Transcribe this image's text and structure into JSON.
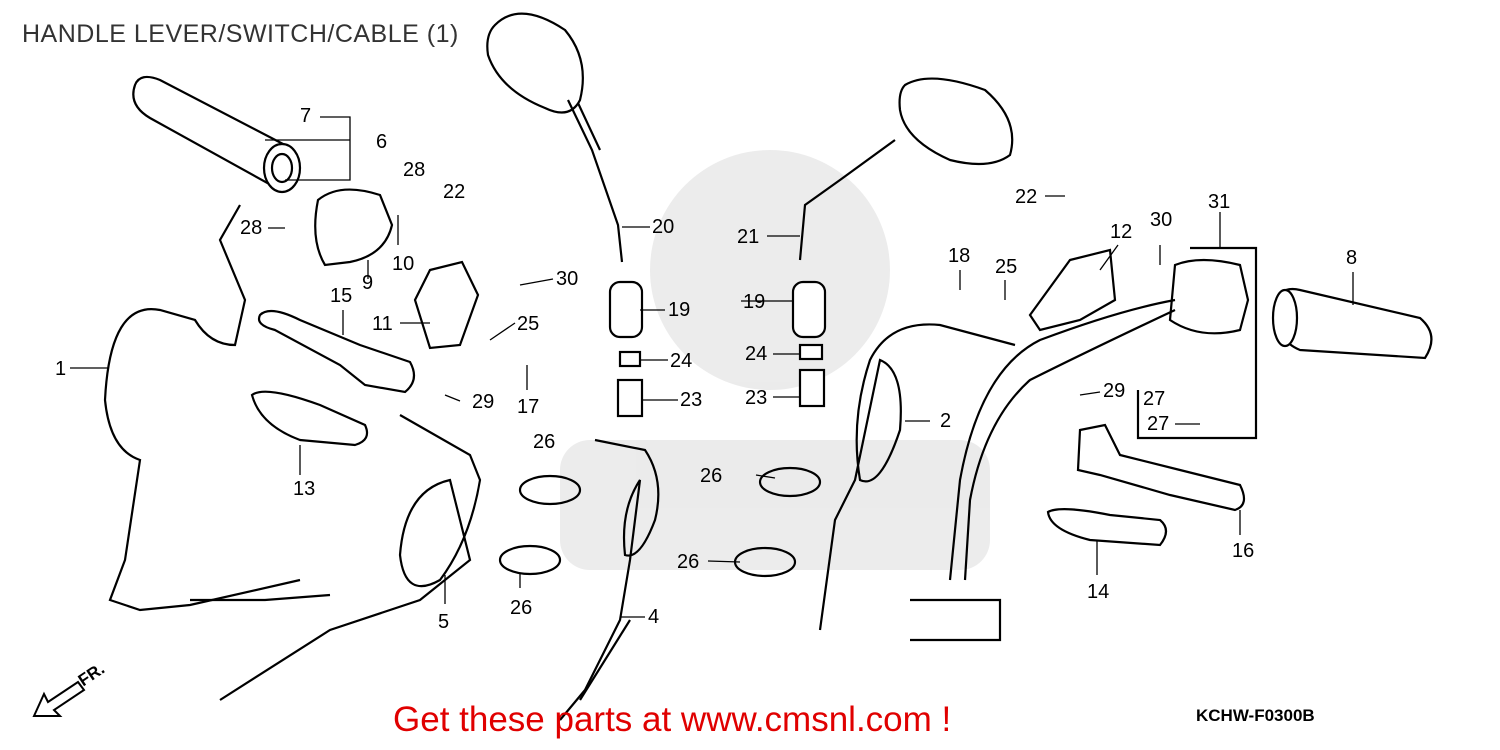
{
  "title": "HANDLE LEVER/SWITCH/CABLE (1)",
  "diagram_code": "KCHW-F0300B",
  "promo_text": "Get these parts at www.cmsnl.com !",
  "front_marker": "FR.",
  "callouts": [
    "1",
    "2",
    "4",
    "5",
    "6",
    "7",
    "8",
    "9",
    "10",
    "11",
    "12",
    "13",
    "14",
    "15",
    "16",
    "17",
    "18",
    "19",
    "20",
    "21",
    "22",
    "23",
    "24",
    "25",
    "26",
    "27",
    "28",
    "29",
    "30",
    "31"
  ],
  "colors": {
    "line": "#000000",
    "promo": "#e00000",
    "background": "#ffffff"
  }
}
